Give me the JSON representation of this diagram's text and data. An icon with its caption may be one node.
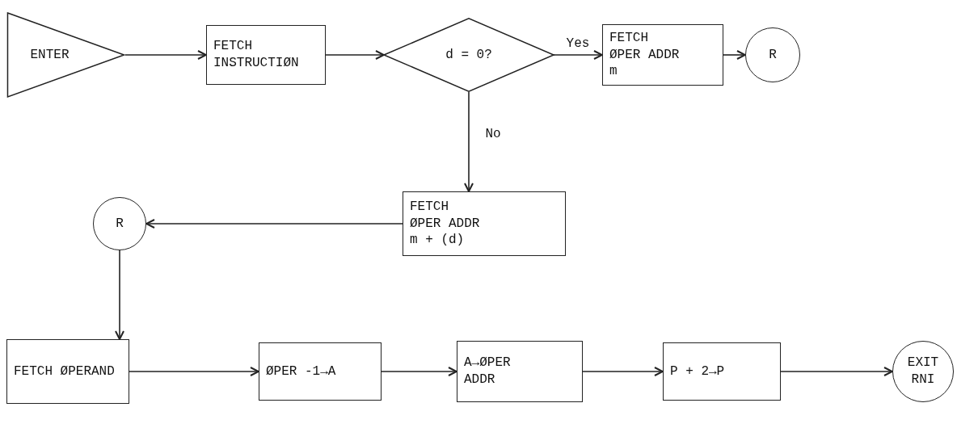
{
  "diagram": {
    "nodes": [
      {
        "text": [
          "ENTER"
        ]
      },
      {
        "text": [
          "FETCH INSTRUCTIØN"
        ]
      },
      {
        "text": [
          "d = 0?"
        ]
      },
      {
        "text": [
          "FETCH ØPER ADDR m"
        ]
      },
      {
        "text": [
          "R"
        ]
      },
      {
        "text": [
          "FETCH ØPER ADDR m + (d)"
        ]
      },
      {
        "text": [
          "R"
        ]
      },
      {
        "text": [
          "FETCH ØPERAND"
        ]
      },
      {
        "text": [
          "ØPER -1→A"
        ]
      },
      {
        "text": [
          "A→ØPER ADDR"
        ]
      },
      {
        "text": [
          "P + 2→P"
        ]
      },
      {
        "text": [
          "EXIT RNI"
        ]
      }
    ],
    "edges": [
      {
        "from": 0,
        "to": 1,
        "arrow": "to"
      },
      {
        "from": 1,
        "to": 2,
        "arrow": "to"
      },
      {
        "from": 2,
        "to": 3,
        "arrow": "to",
        "label": "Yes"
      },
      {
        "from": 3,
        "to": 4,
        "arrow": "to"
      },
      {
        "from": 2,
        "to": 5,
        "arrow": "to",
        "label": "No"
      },
      {
        "from": 5,
        "to": 6,
        "arrow": "to"
      },
      {
        "from": 6,
        "to": 7,
        "arrow": "to"
      },
      {
        "from": 7,
        "to": 8,
        "arrow": "to"
      },
      {
        "from": 8,
        "to": 9,
        "arrow": "to"
      },
      {
        "from": 9,
        "to": 10,
        "arrow": "to"
      },
      {
        "from": 10,
        "to": 11,
        "arrow": "to"
      }
    ]
  }
}
